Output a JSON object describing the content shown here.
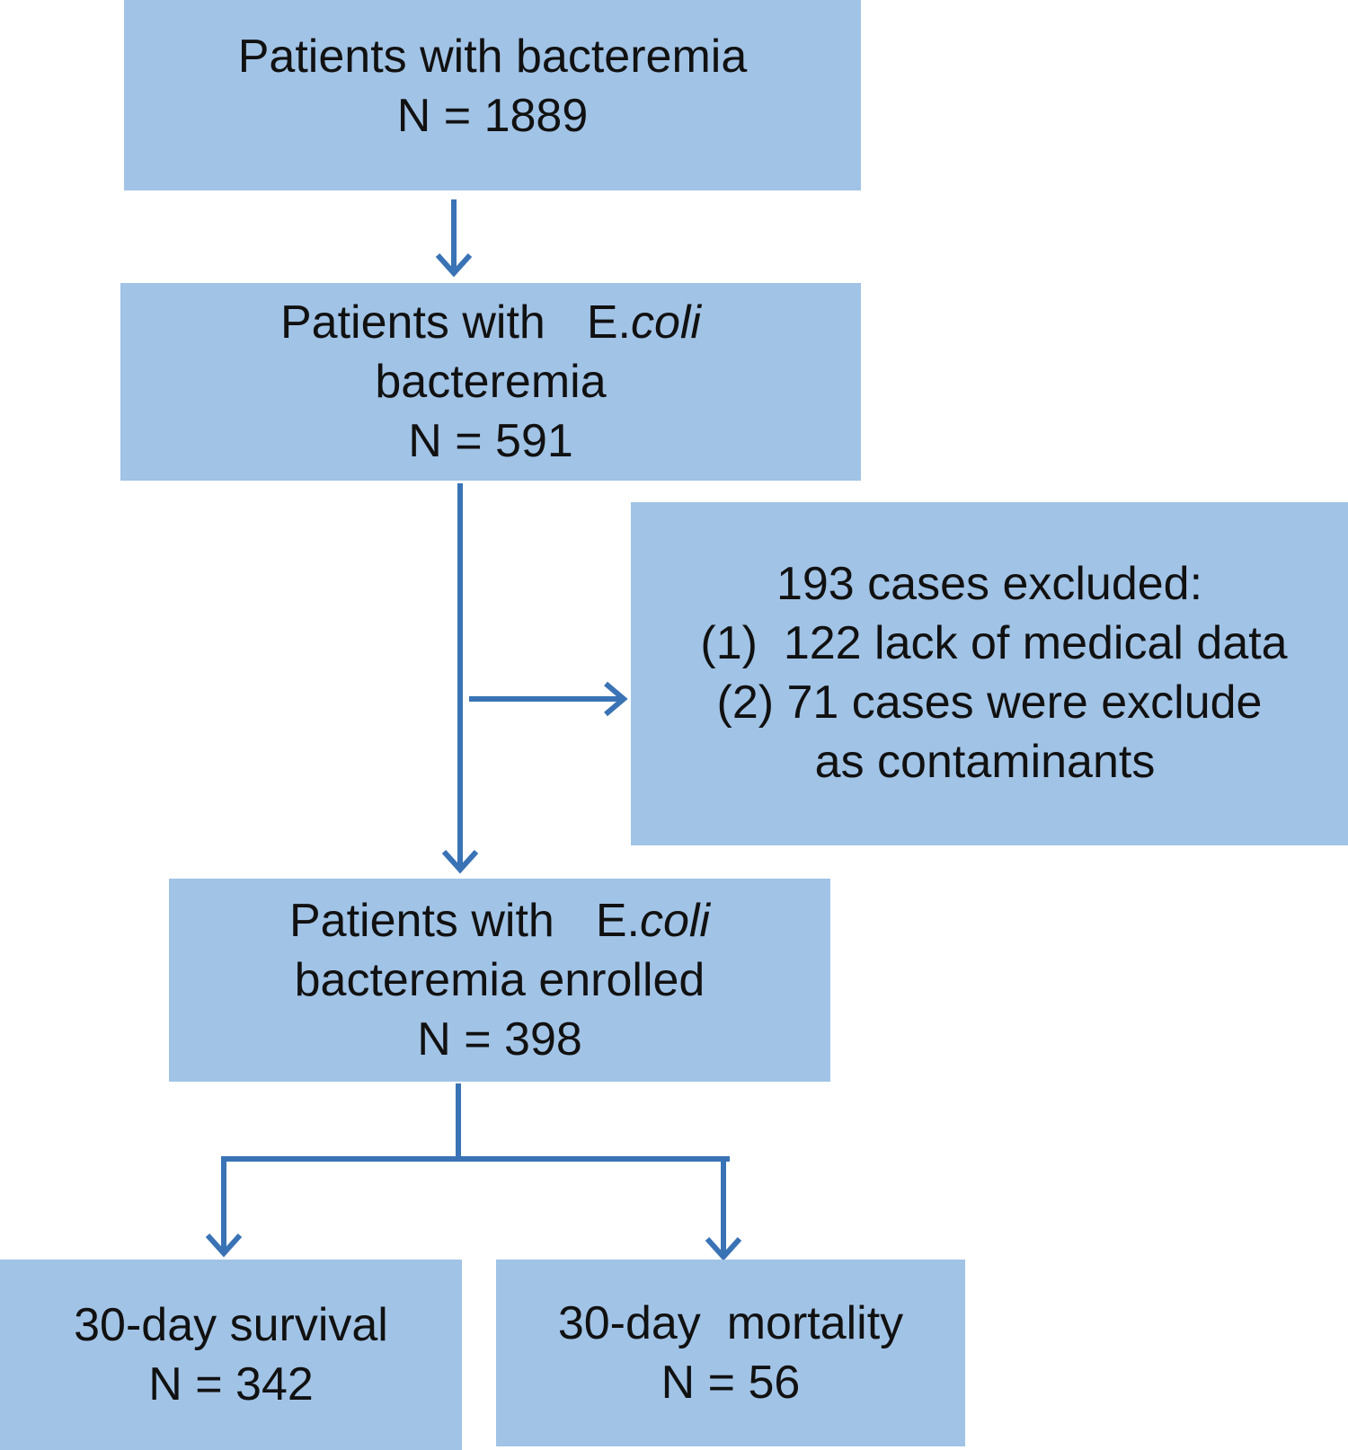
{
  "boxes": {
    "bacteremia": {
      "line1": "Patients with bacteremia",
      "line2": "N = 1889"
    },
    "ecoli": {
      "line1_prefix": "Patients with",
      "line1_italic_prefix": "E.",
      "line1_italic": "coli",
      "line2": "bacteremia",
      "line3": "N = 591"
    },
    "excluded": {
      "line1": "193 cases excluded:",
      "line2": "(1)  122 lack of medical data",
      "line3": "(2) 71 cases were exclude",
      "line4": "as contaminants"
    },
    "enrolled": {
      "line1_prefix": "Patients with",
      "line1_italic_prefix": "E.",
      "line1_italic": "coli",
      "line2": "bacteremia enrolled",
      "line3": "N = 398"
    },
    "survival": {
      "line1": "30-day survival",
      "line2": "N = 342"
    },
    "mortality": {
      "line1": "30-day  mortality",
      "line2": "N = 56"
    }
  },
  "colors": {
    "box_fill": "#a1c3e6",
    "arrow": "#3a73b5",
    "text": "#111111"
  }
}
